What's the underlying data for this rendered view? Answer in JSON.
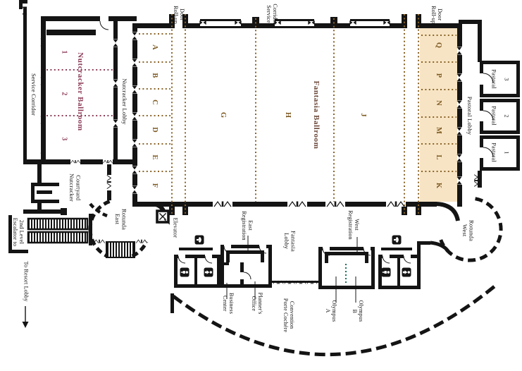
{
  "colors": {
    "wall": "#141414",
    "maroon": "#8e3f5c",
    "fantasia": "#6d4a3c",
    "brown": "#7d5a22",
    "dotbrown": "#8a6428",
    "highlight": "#f7e4c4",
    "teal": "#1d6f60"
  },
  "ballrooms": {
    "nutcracker": "Nutcracker Ballroom",
    "fantasia": "Fantasia Ballroom"
  },
  "sections": {
    "nutcracker": [
      "1",
      "2",
      "3"
    ],
    "af": [
      "A",
      "B",
      "C",
      "D",
      "E",
      "F"
    ],
    "ghj": [
      "G",
      "H",
      "J"
    ],
    "qk": [
      "Q",
      "P",
      "N",
      "M",
      "L",
      "K"
    ]
  },
  "rooms": {
    "pastoral": [
      {
        "name": "Pastoral",
        "number": "3"
      },
      {
        "name": "Pastoral",
        "number": "2"
      },
      {
        "name": "Pastoral",
        "number": "1"
      }
    ],
    "olympus_a": "Olympus\nA",
    "olympus_b": "Olympus\nB",
    "business_center": "Business\nCenter",
    "planners_office": "Planner's\nOffice"
  },
  "labels": {
    "rollup_door": "Roll-up\nDoor",
    "service_corridor": "Service Corridor",
    "service_corridor_2": "Service\nCorridor",
    "nutcracker_lobby": "Nutcracker Lobby",
    "nutcracker_courtyard": "Nutcracker\nCourtyard",
    "pastoral_lobby": "Pastoral Lobby",
    "east_rotunda": "East\nRotunda",
    "west_rotunda": "West\nRotunda",
    "elevator": "Elevator",
    "east_registration": "East\nRegistration",
    "west_registration": "West\nRegistration",
    "fantasia_lobby": "Fantasia\nLobby",
    "convention_porte_cochere": "Convention\nPorte Cochére",
    "escalator": "Escalator to\n2nd Level",
    "to_resort_lobby": "To Resort Lobby"
  },
  "icons": {
    "elevator": "boxed-x",
    "telephone": "handset-in-rounded-square",
    "mens_restroom": "male-figure-in-rounded-square",
    "womens_restroom": "female-figure-in-rounded-square"
  }
}
